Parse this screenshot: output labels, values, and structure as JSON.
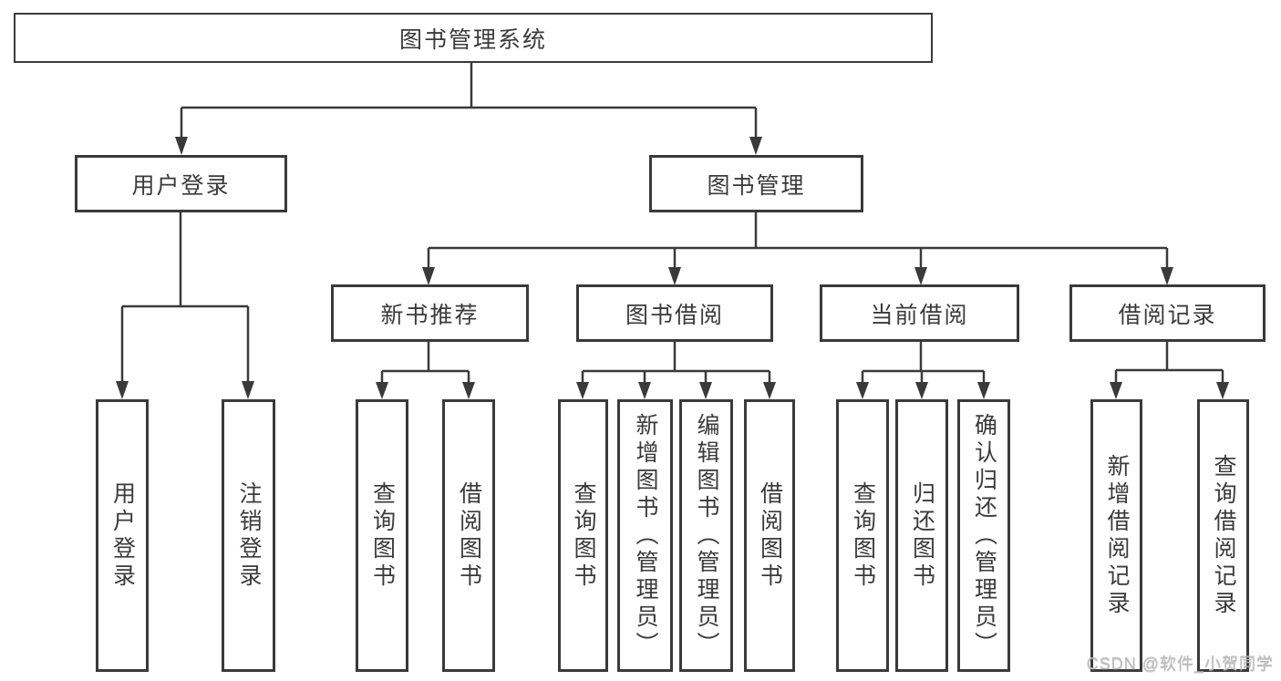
{
  "tree": {
    "root": "图书管理系统",
    "userLogin": {
      "label": "用户登录",
      "children": [
        "用户登录",
        "注销登录"
      ]
    },
    "bookManagement": {
      "label": "图书管理",
      "modules": [
        {
          "label": "新书推荐",
          "children": [
            "查询图书",
            "借阅图书"
          ]
        },
        {
          "label": "图书借阅",
          "children": [
            "查询图书",
            "新增图书（管理员）",
            "编辑图书（管理员）",
            "借阅图书"
          ]
        },
        {
          "label": "当前借阅",
          "children": [
            "查询图书",
            "归还图书",
            "确认归还（管理员）"
          ]
        },
        {
          "label": "借阅记录",
          "children": [
            "新增借阅记录",
            "查询借阅记录"
          ]
        }
      ]
    }
  },
  "watermark": {
    "text": "CSDN @软件_小贺同学"
  },
  "colors": {
    "line": "#3a3a3a",
    "text": "#3a3a3a",
    "background": "#ffffff",
    "watermark": "#bdbdbd"
  }
}
